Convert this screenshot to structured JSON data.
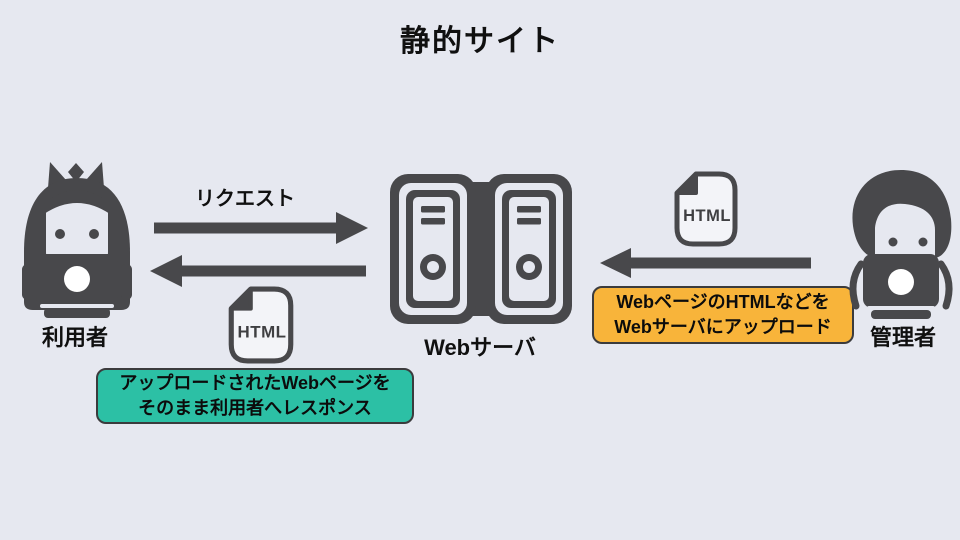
{
  "title": "静的サイト",
  "actors": {
    "user": {
      "label": "利用者"
    },
    "server": {
      "label": "Webサーバ"
    },
    "admin": {
      "label": "管理者"
    }
  },
  "arrows": {
    "request": {
      "label": "リクエスト",
      "direction": "right"
    },
    "response": {
      "direction": "left"
    },
    "upload": {
      "direction": "left"
    }
  },
  "notes": {
    "response_note": {
      "line1": "アップロードされたWebページを",
      "line2": "そのまま利用者へレスポンス",
      "bg": "#2cc0a5"
    },
    "upload_note": {
      "line1": "WebページのHTMLなどを",
      "line2": "Webサーバにアップロード",
      "bg": "#f8b43a"
    }
  },
  "files": {
    "response_html": {
      "label": "HTML"
    },
    "upload_html": {
      "label": "HTML"
    }
  },
  "colors": {
    "background": "#e6e8f0",
    "ink": "#48484b",
    "text": "#101010",
    "note_border": "#3b3b3d"
  }
}
